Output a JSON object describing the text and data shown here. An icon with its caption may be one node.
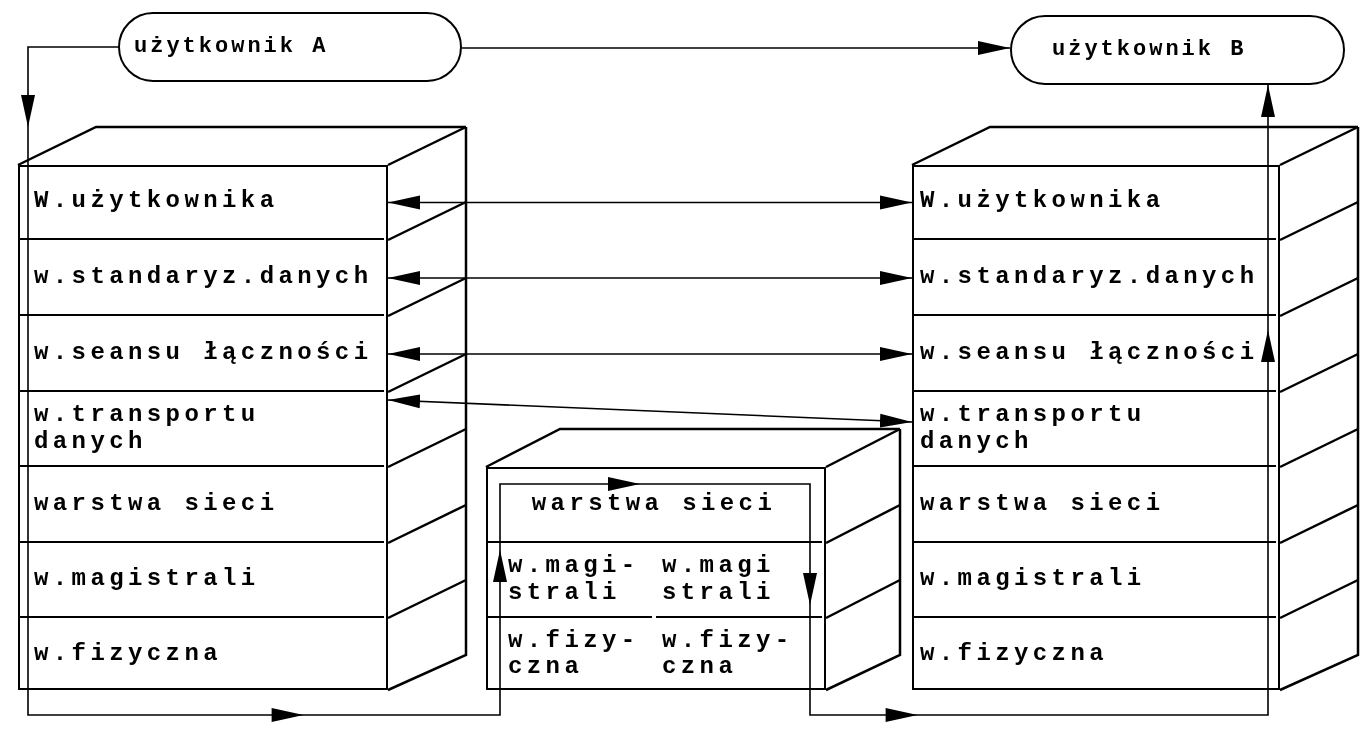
{
  "diagram": {
    "nodes": [
      {
        "text": [
          "użytkownik A"
        ]
      },
      {
        "text": [
          "użytkownik B"
        ]
      },
      {
        "text": [],
        "shape": "box"
      },
      {
        "text": [
          "W.użytkownika"
        ],
        "in": 2
      },
      {
        "text": [
          "w.standaryz.danych"
        ],
        "in": 2
      },
      {
        "text": [
          "w.seansu łączności"
        ],
        "in": 2
      },
      {
        "text": [
          "w.transportu danych"
        ],
        "in": 2
      },
      {
        "text": [
          "warstwa sieci"
        ],
        "in": 2
      },
      {
        "text": [
          "w.magistrali"
        ],
        "in": 2
      },
      {
        "text": [
          "w.fizyczna"
        ],
        "in": 2
      },
      {
        "text": [],
        "shape": "box"
      },
      {
        "text": [
          "warstwa sieci"
        ],
        "in": 10
      },
      {
        "text": [
          "w.magi- strali"
        ],
        "in": 10
      },
      {
        "text": [
          "w.magi strali"
        ],
        "in": 10
      },
      {
        "text": [
          "w.fizy- czna"
        ],
        "in": 10
      },
      {
        "text": [
          "w.fizy- czna"
        ],
        "in": 10
      },
      {
        "text": [],
        "shape": "box"
      },
      {
        "text": [
          "W.użytkownika"
        ],
        "in": 16
      },
      {
        "text": [
          "w.standaryz.danych"
        ],
        "in": 16
      },
      {
        "text": [
          "w.seansu łączności"
        ],
        "in": 16
      },
      {
        "text": [
          "w.transportu danych"
        ],
        "in": 16
      },
      {
        "text": [
          "warstwa sieci"
        ],
        "in": 16
      },
      {
        "text": [
          "w.magistrali"
        ],
        "in": 16
      },
      {
        "text": [
          "w.fizyczna"
        ],
        "in": 16
      }
    ],
    "edges": [
      {
        "from": 0,
        "to": 1,
        "arrow": "to"
      },
      {
        "from": 0,
        "to": 2,
        "arrow": "to"
      },
      {
        "from": 2,
        "to": 10,
        "arrow": "to"
      },
      {
        "from": 10,
        "to": 16,
        "arrow": "to"
      },
      {
        "from": 16,
        "to": 1,
        "arrow": "to"
      },
      {
        "from": 3,
        "to": 17,
        "arrow": "both"
      },
      {
        "from": 4,
        "to": 18,
        "arrow": "both"
      },
      {
        "from": 5,
        "to": 19,
        "arrow": "both"
      },
      {
        "from": 6,
        "to": 20,
        "arrow": "both"
      }
    ]
  }
}
